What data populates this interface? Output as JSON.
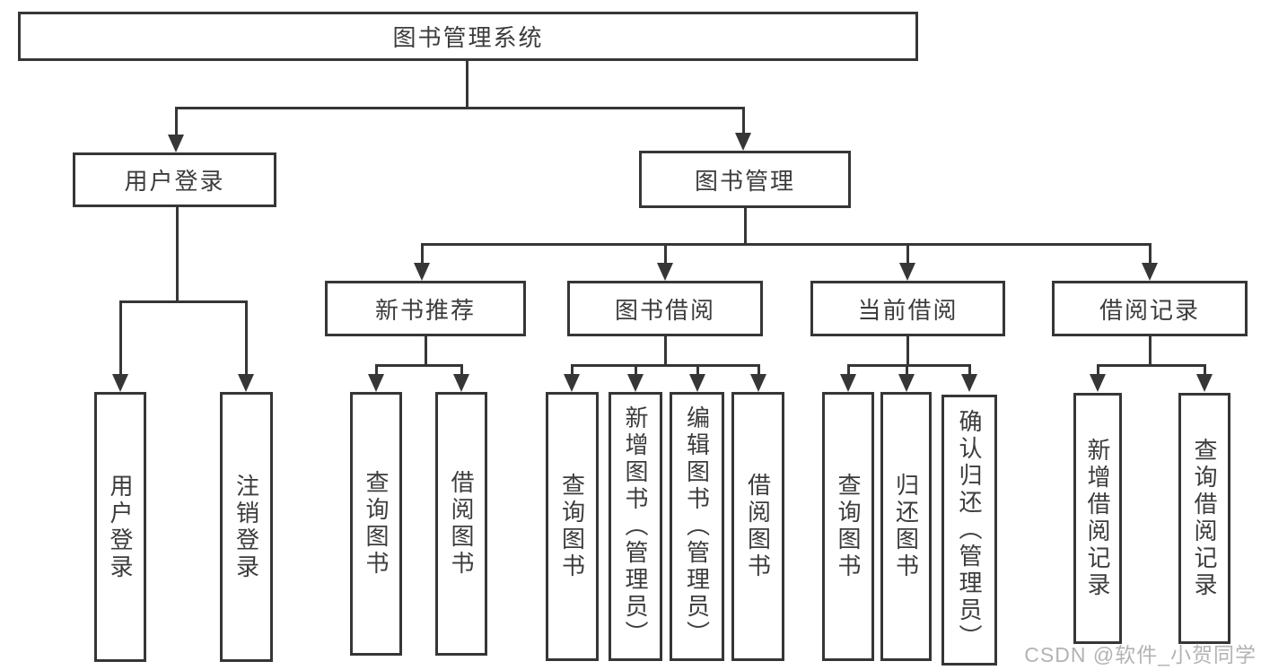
{
  "tree": {
    "root": {
      "label": "图书管理系统"
    },
    "children": [
      {
        "label": "用户登录",
        "children": [
          {
            "label": "用户登录"
          },
          {
            "label": "注销登录"
          }
        ]
      },
      {
        "label": "图书管理",
        "children": [
          {
            "label": "新书推荐",
            "children": [
              {
                "label": "查询图书"
              },
              {
                "label": "借阅图书"
              }
            ]
          },
          {
            "label": "图书借阅",
            "children": [
              {
                "label": "查询图书"
              },
              {
                "label": "新增图书（管理员）"
              },
              {
                "label": "编辑图书（管理员）"
              },
              {
                "label": "借阅图书"
              }
            ]
          },
          {
            "label": "当前借阅",
            "children": [
              {
                "label": "查询图书"
              },
              {
                "label": "归还图书"
              },
              {
                "label": "确认归还（管理员）"
              }
            ]
          },
          {
            "label": "借阅记录",
            "children": [
              {
                "label": "新增借阅记录"
              },
              {
                "label": "查询借阅记录"
              }
            ]
          }
        ]
      }
    ]
  },
  "watermark": {
    "text": "CSDN @软件_小贺同学"
  },
  "colors": {
    "line": "#363636",
    "text": "#3c3c3c",
    "background": "#ffffff",
    "watermark": "#b3b3b3"
  }
}
